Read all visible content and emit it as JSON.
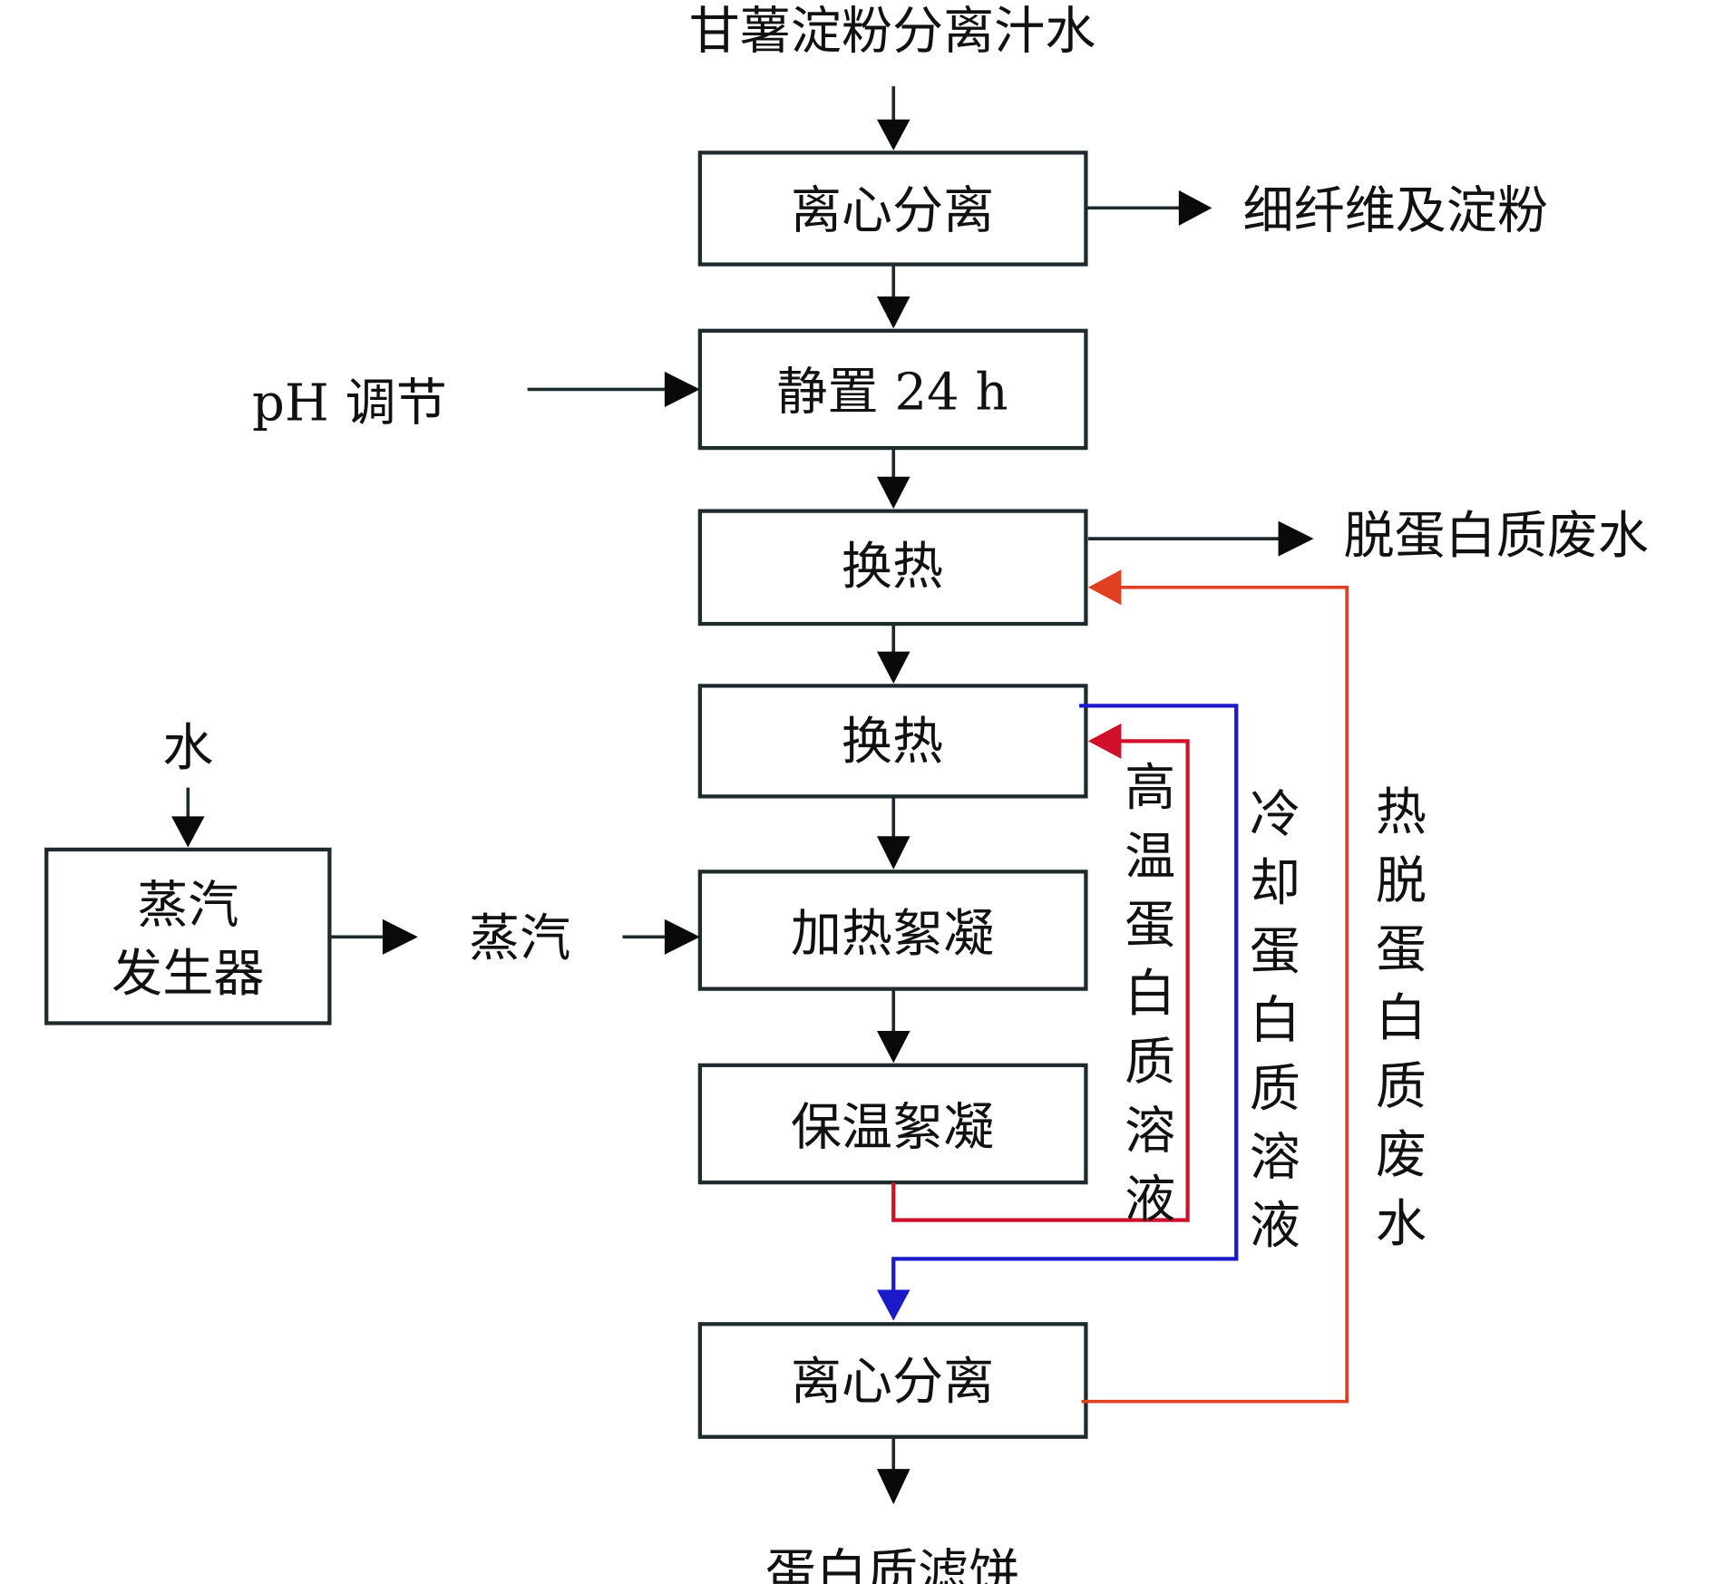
{
  "title": "甘薯淀粉分离汁水",
  "process_steps": [
    {
      "id": "centrifuge1",
      "label": "离心分离"
    },
    {
      "id": "settle",
      "label": "静置 24 h"
    },
    {
      "id": "heat_exchange1",
      "label": "换热"
    },
    {
      "id": "heat_exchange2",
      "label": "换热"
    },
    {
      "id": "heat_flocculation",
      "label": "加热絮凝"
    },
    {
      "id": "hold_flocculation",
      "label": "保温絮凝"
    },
    {
      "id": "centrifuge2",
      "label": "离心分离"
    }
  ],
  "steam_generator": {
    "line1": "蒸汽",
    "line2": "发生器"
  },
  "inputs": {
    "water": "水",
    "steam": "蒸汽",
    "ph": "pH 调节"
  },
  "outputs": {
    "fiber_starch": "细纤维及淀粉",
    "deproteinized_wastewater": "脱蛋白质废水",
    "protein_cake": "蛋白质滤饼"
  },
  "loops": {
    "high_temp": {
      "label": [
        "高",
        "温",
        "蛋",
        "白",
        "质",
        "溶",
        "液"
      ],
      "color": "#d0102a"
    },
    "cooled": {
      "label": [
        "冷",
        "却",
        "蛋",
        "白",
        "质",
        "溶",
        "液"
      ],
      "color": "#1a1ac8"
    },
    "hot_wastewater": {
      "label": [
        "热",
        "脱",
        "蛋",
        "白",
        "质",
        "废",
        "水"
      ],
      "color": "#e04020"
    }
  }
}
